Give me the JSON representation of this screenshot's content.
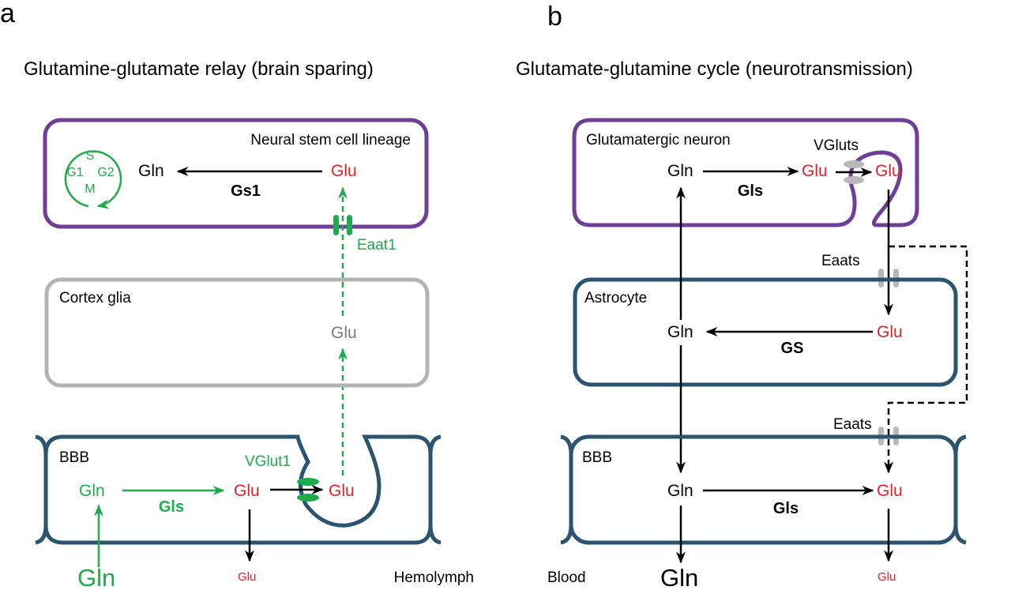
{
  "colors": {
    "neuron_purple": "#6f3f98",
    "glia_gray": "#b3b3b3",
    "barrier_blue": "#2b5470",
    "green": "#1faa4b",
    "red": "#e4202a",
    "gray_text": "#7a7a7a",
    "transporter_gray": "#b8b8b8",
    "black": "#000000"
  },
  "panel_a": {
    "letter": "a",
    "title": "Glutamine-glutamate relay (brain sparing)",
    "neural_stem_cell": {
      "label": "Neural stem cell lineage",
      "cell_cycle": [
        "S",
        "G1",
        "G2",
        "M"
      ],
      "gln": "Gln",
      "glu": "Glu",
      "enzyme": "Gs1"
    },
    "transporter_eaat1": "Eaat1",
    "cortex_glia": {
      "label": "Cortex glia",
      "glu": "Glu"
    },
    "bbb": {
      "label": "BBB",
      "gln": "Gln",
      "glu": "Glu",
      "enzyme": "Gls",
      "transporter": "VGlut1",
      "vesicle_glu": "Glu"
    },
    "hemolymph": {
      "label": "Hemolymph",
      "gln": "Gln",
      "glu": "Glu"
    }
  },
  "panel_b": {
    "letter": "b",
    "title": "Glutamate-glutamine cycle (neurotransmission)",
    "neuron": {
      "label": "Glutamatergic neuron",
      "gln": "Gln",
      "glu": "Glu",
      "enzyme": "Gls",
      "transporter": "VGluts",
      "vesicle_glu": "Glu"
    },
    "transporter_eaats_top": "Eaats",
    "astrocyte": {
      "label": "Astrocyte",
      "gln": "Gln",
      "glu": "Glu",
      "enzyme": "GS"
    },
    "transporter_eaats_bottom": "Eaats",
    "bbb": {
      "label": "BBB",
      "gln": "Gln",
      "glu": "Glu",
      "enzyme": "Gls"
    },
    "blood": {
      "label": "Blood",
      "gln": "Gln",
      "glu": "Glu"
    }
  }
}
